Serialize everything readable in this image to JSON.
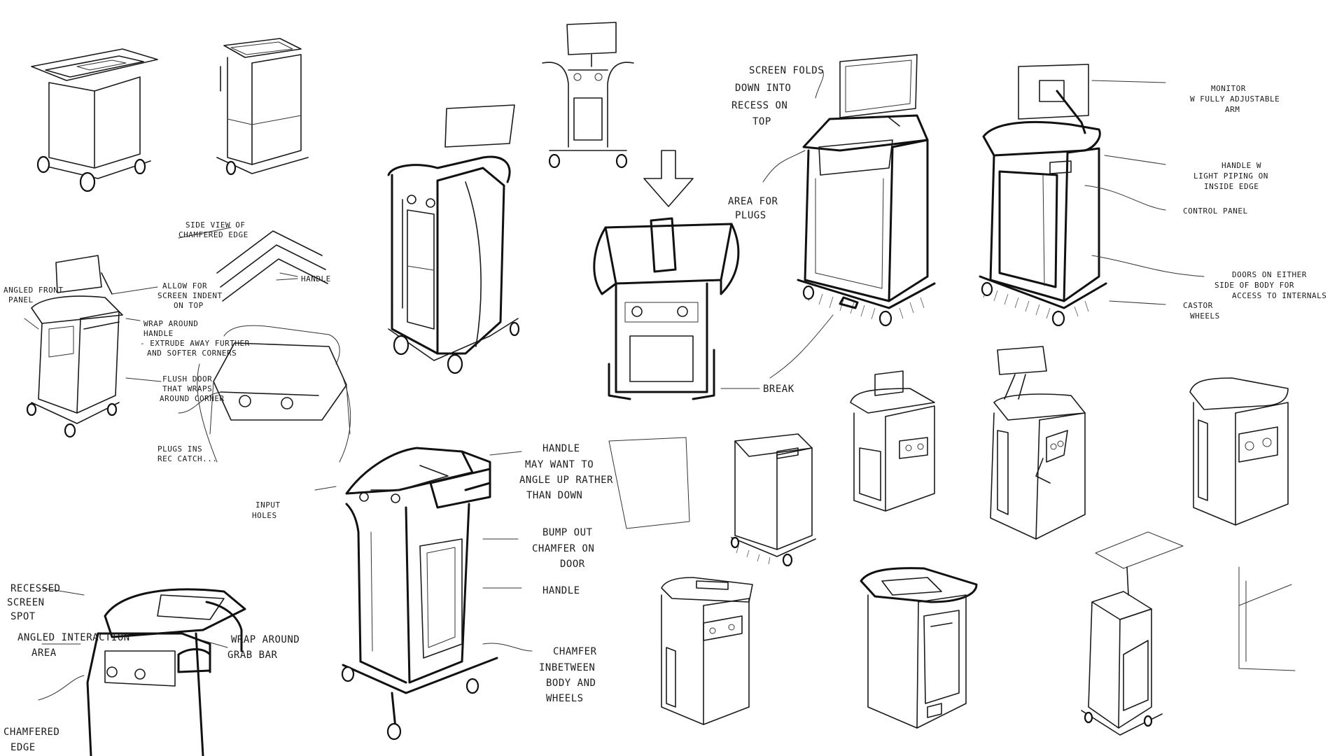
{
  "annotations": {
    "side_view": [
      "SIDE VIEW OF",
      "CHAMFERED EDGE"
    ],
    "handle_small": "HANDLE",
    "allow_screen": [
      "ALLOW FOR",
      "SCREEN INDENT",
      "ON TOP"
    ],
    "angled_front": [
      "ANGLED FRONT",
      "PANEL"
    ],
    "wrap_around_handle": [
      "WRAP AROUND",
      "HANDLE",
      "- EXTRUDE AWAY FURTHER",
      "AND SOFTER CORNERS"
    ],
    "flush_door": [
      "FLUSH DOOR",
      "THAT WRAPS",
      "AROUND CORNER"
    ],
    "plugs": [
      "PLUGS INS",
      "REC CATCH..."
    ],
    "screen_folds": [
      "SCREEN FOLDS",
      "DOWN INTO",
      "RECESS ON",
      "TOP"
    ],
    "area_plugs": [
      "AREA FOR",
      "PLUGS"
    ],
    "monitor": [
      "MONITOR",
      "W FULLY ADJUSTABLE",
      "ARM"
    ],
    "handle_light": [
      "HANDLE W",
      "LIGHT PIPING ON",
      "INSIDE EDGE"
    ],
    "control_panel": "CONTROL PANEL",
    "doors": [
      "DOORS ON EITHER",
      "SIDE OF BODY FOR",
      "ACCESS TO INTERNALS"
    ],
    "castor": [
      "CASTOR",
      "WHEELS"
    ],
    "break": "BREAK",
    "handle_up": [
      "HANDLE",
      "MAY WANT TO",
      "ANGLE UP RATHER",
      "THAN DOWN"
    ],
    "input_holes": [
      "INPUT",
      "HOLES"
    ],
    "bump_out": [
      "BUMP OUT",
      "CHAMFER ON",
      "DOOR"
    ],
    "handle_mid": "HANDLE",
    "chamfer": [
      "CHAMFER",
      "INBETWEEN",
      "BODY AND",
      "WHEELS"
    ],
    "recessed": [
      "RECESSED",
      "SCREEN",
      "SPOT"
    ],
    "angled_interaction": [
      "ANGLED INTERACTION",
      "AREA"
    ],
    "wrap_grab": [
      "WRAP AROUND",
      "GRAB BAR"
    ],
    "chamfered_edge": [
      "CHAMFERED",
      "EDGE"
    ]
  }
}
